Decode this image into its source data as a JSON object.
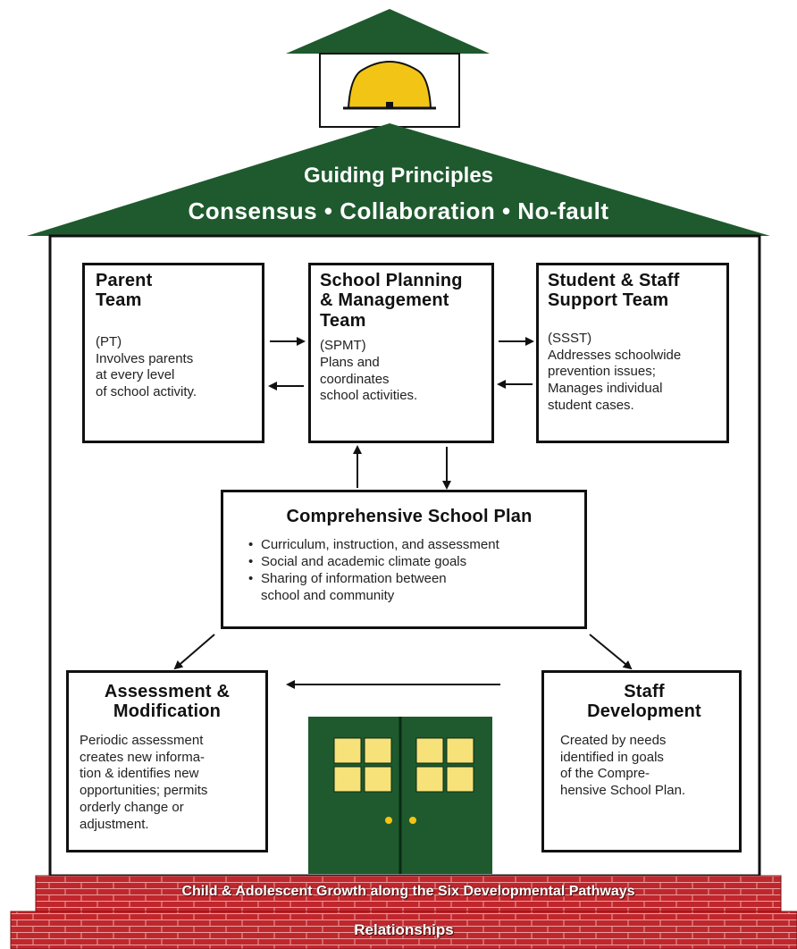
{
  "roof": {
    "title": "Guiding Principles",
    "subtitle": "Consensus • Collaboration • No-fault"
  },
  "teams": {
    "parent": {
      "title": "Parent\nTeam",
      "body": "(PT)\nInvolves parents\nat every level\nof school activity."
    },
    "spmt": {
      "title": "School Planning\n& Management\nTeam",
      "body": "(SPMT)\nPlans and\ncoordinates\nschool activities."
    },
    "ssst": {
      "title": "Student & Staff\nSupport Team",
      "body": "(SSST)\nAddresses schoolwide\nprevention issues;\nManages individual\nstudent cases."
    }
  },
  "plan": {
    "title": "Comprehensive School Plan",
    "items": [
      "Curriculum, instruction, and assessment",
      "Social and academic climate goals",
      "Sharing of information between\nschool and community"
    ]
  },
  "assessment": {
    "title": "Assessment &\nModification",
    "body": "Periodic assessment\ncreates new informa-\ntion & identifies new\nopportunities; permits\norderly change or\nadjustment."
  },
  "staff": {
    "title": "Staff\nDevelopment",
    "body": "Created by needs\nidentified in goals\nof the Compre-\nhensive School Plan."
  },
  "steps": {
    "upper": "Child & Adolescent Growth along the Six Developmental Pathways",
    "lower": "Relationships"
  },
  "colors": {
    "roof_green": "#1e5a2e",
    "door_green": "#1e5a2e",
    "bell_yellow": "#f2c416",
    "window_yellow": "#f7e27a",
    "brick_red": "#c0272d"
  }
}
